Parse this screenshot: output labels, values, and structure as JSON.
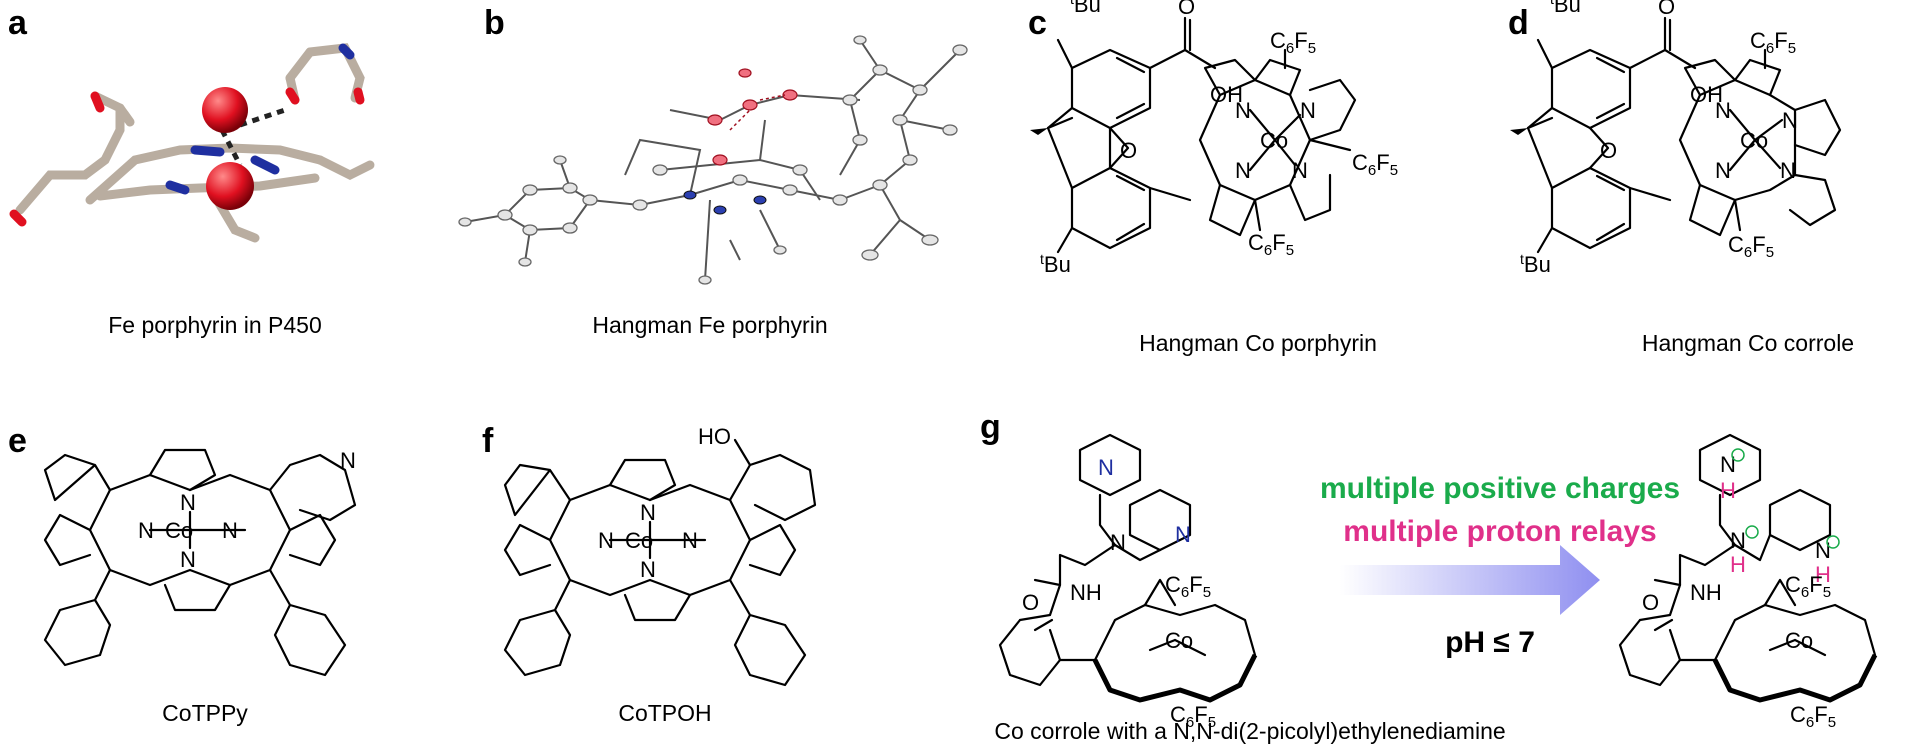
{
  "panels": {
    "a": {
      "label": "a",
      "caption": "Fe porphyrin in P450"
    },
    "b": {
      "label": "b",
      "caption": "Hangman Fe porphyrin"
    },
    "c": {
      "label": "c",
      "caption": "Hangman Co porphyrin"
    },
    "d": {
      "label": "d",
      "caption": "Hangman Co corrole"
    },
    "e": {
      "label": "e",
      "caption": "CoTPPy"
    },
    "f": {
      "label": "f",
      "caption": "CoTPOH"
    },
    "g": {
      "label": "g",
      "caption": "Co corrole with a N,N-di(2-picolyl)ethylenediamine"
    }
  },
  "atoms": {
    "co": "Co",
    "n": "N",
    "oh": "OH",
    "o": "O",
    "ho": "HO",
    "nh": "NH",
    "h": "H",
    "c6f5_c": "C",
    "c6f5_6": "6",
    "c6f5_f": "F",
    "c6f5_5": "5",
    "tbu_t": "t",
    "tbu_bu": "Bu"
  },
  "arrow": {
    "line1": "multiple positive charges",
    "line2": "multiple proton relays",
    "condition": "pH ≤ 7"
  },
  "colors": {
    "green": "#1aab4b",
    "magenta": "#e0308a",
    "blue_n": "#1f2fa0",
    "oxygen": "#e0102a",
    "arrow": "#8f8ff0"
  }
}
